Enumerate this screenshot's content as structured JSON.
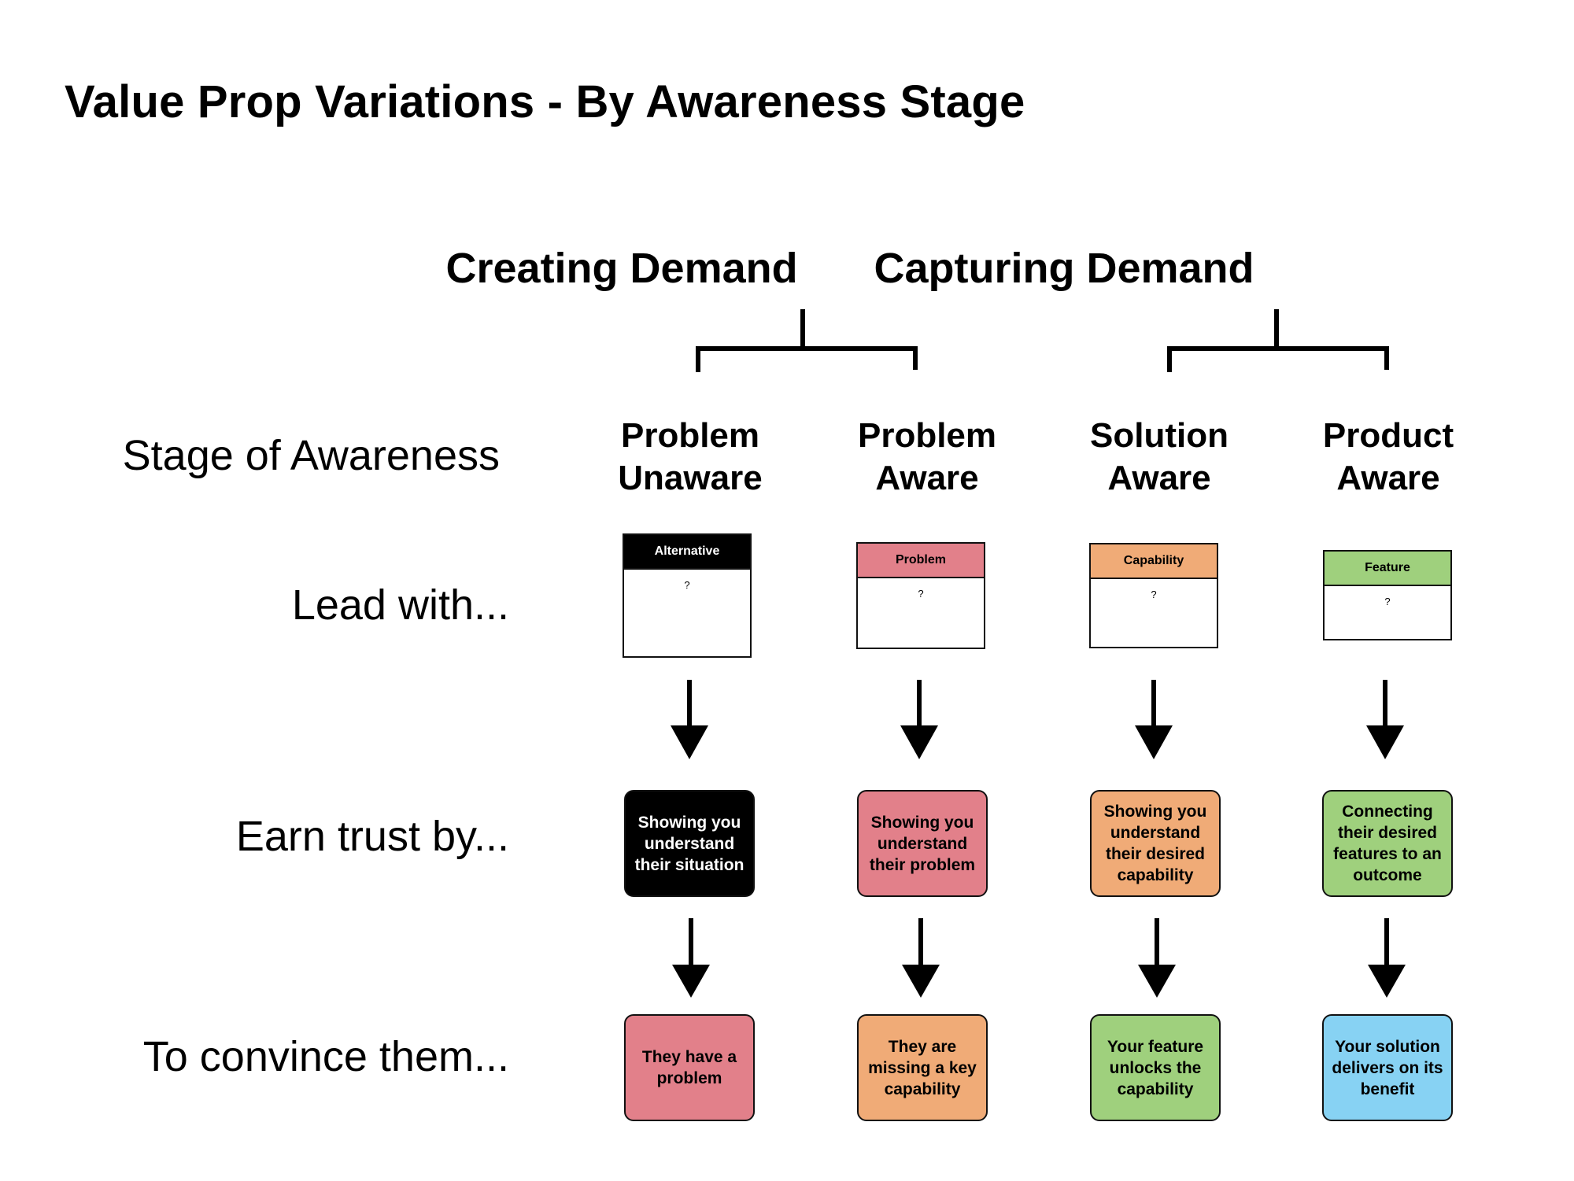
{
  "title": "Value Prop Variations - By Awareness Stage",
  "groups": [
    {
      "label": "Creating Demand"
    },
    {
      "label": "Capturing Demand"
    }
  ],
  "row_labels": {
    "stage": "Stage of Awareness",
    "lead": "Lead with...",
    "earn": "Earn trust by...",
    "convince": "To convince them..."
  },
  "columns": [
    {
      "stage_line1": "Problem",
      "stage_line2": "Unaware",
      "lead_header": "Alternative",
      "lead_body": "?",
      "earn_text": "Showing you understand their situation",
      "convince_text": "They have a problem"
    },
    {
      "stage_line1": "Problem",
      "stage_line2": "Aware",
      "lead_header": "Problem",
      "lead_body": "?",
      "earn_text": "Showing you understand their problem",
      "convince_text": "They are missing a key capability"
    },
    {
      "stage_line1": "Solution",
      "stage_line2": "Aware",
      "lead_header": "Capability",
      "lead_body": "?",
      "earn_text": "Showing you understand their desired capability",
      "convince_text": "Your feature unlocks the capability"
    },
    {
      "stage_line1": "Product",
      "stage_line2": "Aware",
      "lead_header": "Feature",
      "lead_body": "?",
      "earn_text": "Connecting their desired features to an outcome",
      "convince_text": "Your solution delivers on its benefit"
    }
  ],
  "colors": {
    "black": "#000000",
    "red": "#e2808a",
    "orange": "#f0ab77",
    "green": "#9fd07d",
    "blue": "#87d2f3"
  }
}
